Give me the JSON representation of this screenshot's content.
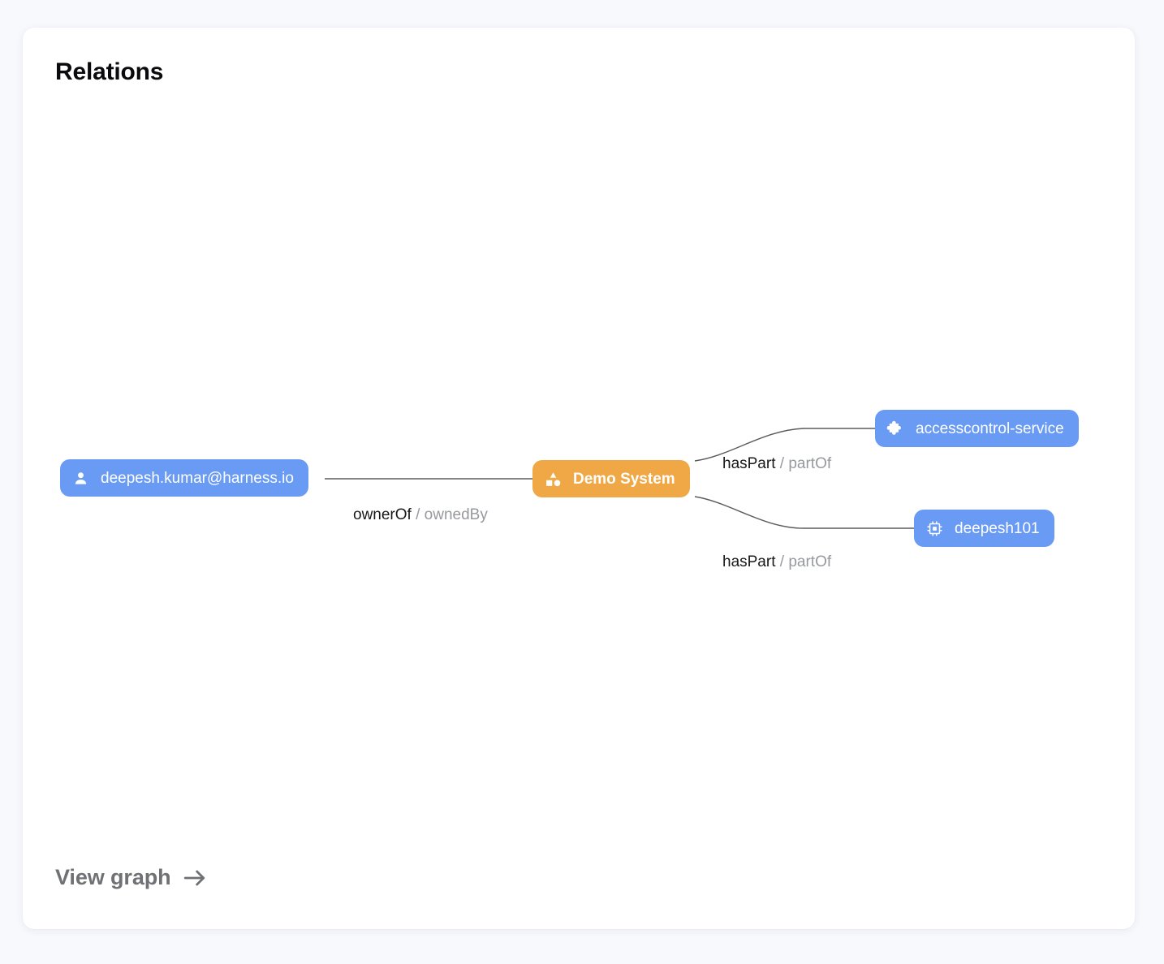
{
  "card": {
    "title": "Relations",
    "footer": {
      "label": "View graph",
      "icon": "arrow-right-icon"
    }
  },
  "graph": {
    "nodes": [
      {
        "id": "user",
        "label": "deepesh.kumar@harness.io",
        "kind": "User",
        "icon": "person-icon",
        "color": "#6a9bf4",
        "selected": false
      },
      {
        "id": "system",
        "label": "Demo System",
        "kind": "System",
        "icon": "shapes-icon",
        "color": "#efa845",
        "selected": true
      },
      {
        "id": "service",
        "label": "accesscontrol-service",
        "kind": "Component",
        "icon": "puzzle-piece-icon",
        "color": "#6a9bf4",
        "selected": false
      },
      {
        "id": "component",
        "label": "deepesh101",
        "kind": "Component",
        "icon": "chip-icon",
        "color": "#6a9bf4",
        "selected": false
      }
    ],
    "edges": [
      {
        "id": "owner",
        "from": "user",
        "to": "system",
        "forward": "ownerOf",
        "separator": "/",
        "reverse": "ownedBy"
      },
      {
        "id": "part-1",
        "from": "system",
        "to": "service",
        "forward": "hasPart",
        "separator": "/",
        "reverse": "partOf"
      },
      {
        "id": "part-2",
        "from": "system",
        "to": "component",
        "forward": "hasPart",
        "separator": "/",
        "reverse": "partOf"
      }
    ]
  },
  "colors": {
    "page_background": "#f8f9fd",
    "card_background": "#ffffff",
    "node_blue": "#6a9bf4",
    "node_orange": "#efa845",
    "edge_line": "#595b5f",
    "title_text": "#0b0b0d",
    "muted_text": "#97999e",
    "footer_text": "#6f7175"
  }
}
